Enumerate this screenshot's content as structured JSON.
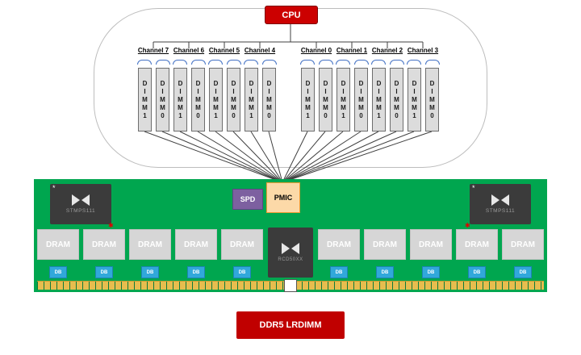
{
  "cpu": {
    "label": "CPU"
  },
  "channels": [
    {
      "label": "Channel 7",
      "dimms": [
        "DIMM1",
        "DIMM0"
      ]
    },
    {
      "label": "Channel 6",
      "dimms": [
        "DIMM1",
        "DIMM0"
      ]
    },
    {
      "label": "Channel 5",
      "dimms": [
        "DIMM1",
        "DIMM0"
      ]
    },
    {
      "label": "Channel 4",
      "dimms": [
        "DIMM1",
        "DIMM0"
      ]
    },
    {
      "label": "Channel 0",
      "dimms": [
        "DIMM1",
        "DIMM0"
      ]
    },
    {
      "label": "Channel 1",
      "dimms": [
        "DIMM1",
        "DIMM0"
      ]
    },
    {
      "label": "Channel 2",
      "dimms": [
        "DIMM1",
        "DIMM0"
      ]
    },
    {
      "label": "Channel 3",
      "dimms": [
        "DIMM1",
        "DIMM0"
      ]
    }
  ],
  "module": {
    "spd_label": "SPD",
    "pmic_label": "PMIC",
    "rcd_label": "RCD50XX",
    "stmps_label": "STMPS111",
    "dram_label": "DRAM",
    "db_label": "DB",
    "mark": "*",
    "red_mark": "✱"
  },
  "footer": {
    "label": "DDR5 LRDIMM"
  },
  "colors": {
    "cpu_red": "#CC0000",
    "footer_red": "#C00000",
    "pcb_green": "#00A64F",
    "spd_purple": "#7D60A0",
    "pmic_orange": "#ED9B33",
    "db_blue": "#31A8DB",
    "dram_gray": "#D6D6D6",
    "chip_dark": "#3B3B3B",
    "gold": "#E7BD4E",
    "brace_blue": "#4472C4"
  }
}
